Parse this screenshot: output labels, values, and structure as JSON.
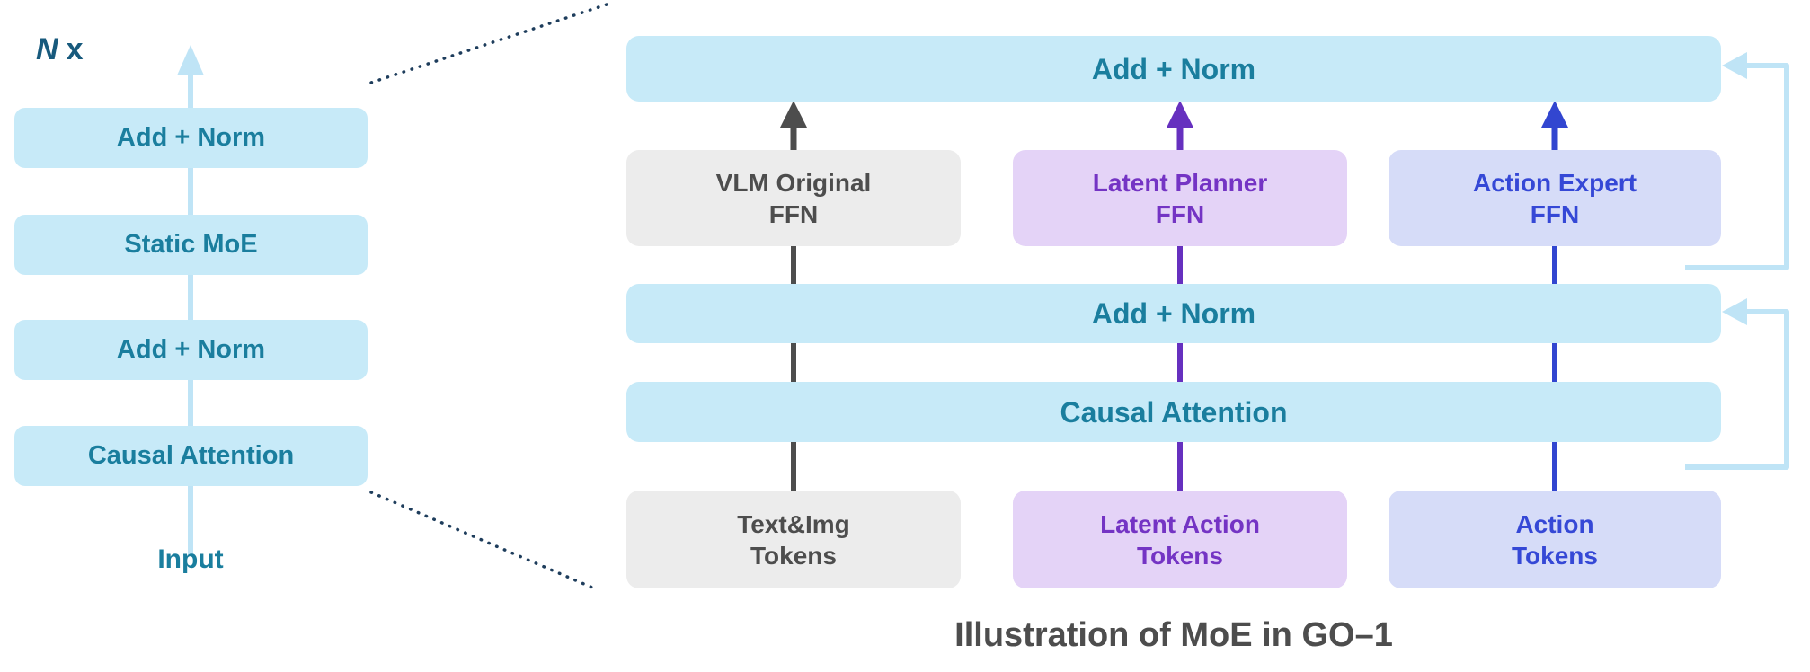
{
  "left_stack": {
    "repeat_label_n": "N",
    "repeat_label_x": "x",
    "blocks": [
      "Add + Norm",
      "Static MoE",
      "Add + Norm",
      "Causal Attention"
    ],
    "input_label": "Input"
  },
  "right_panel": {
    "top_bar_label": "Add + Norm",
    "mid_bar_label": "Add + Norm",
    "attention_bar_label": "Causal Attention",
    "ffn_boxes": [
      {
        "line1": "VLM Original",
        "line2": "FFN",
        "variant": "gray"
      },
      {
        "line1": "Latent Planner",
        "line2": "FFN",
        "variant": "purple"
      },
      {
        "line1": "Action Expert",
        "line2": "FFN",
        "variant": "blue"
      }
    ],
    "token_boxes": [
      {
        "line1": "Text&Img",
        "line2": "Tokens",
        "variant": "gray"
      },
      {
        "line1": "Latent Action",
        "line2": "Tokens",
        "variant": "purple"
      },
      {
        "line1": "Action",
        "line2": "Tokens",
        "variant": "blue"
      }
    ]
  },
  "caption": "Illustration of MoE in GO–1",
  "icons": {
    "up_arrow": "up-arrow-icon",
    "residual_arrow": "residual-skip-arrow-icon",
    "dotted_expansion": "dotted-expansion-line"
  },
  "colors": {
    "bar_fill": "#c7eaf8",
    "bar_text": "#1a7e9e",
    "gray_fill": "#ececec",
    "gray_text": "#4d4d4d",
    "purple_fill": "#e4d3f7",
    "purple_text": "#7434c4",
    "blue_fill": "#d6dcf8",
    "blue_text": "#3548d6",
    "arrow_gray": "#4d4d4d",
    "arrow_purple": "#6630bf",
    "arrow_blue": "#3246d0",
    "residual_arrow": "#bfe4f6",
    "dotted_line": "#1e3d5c"
  }
}
